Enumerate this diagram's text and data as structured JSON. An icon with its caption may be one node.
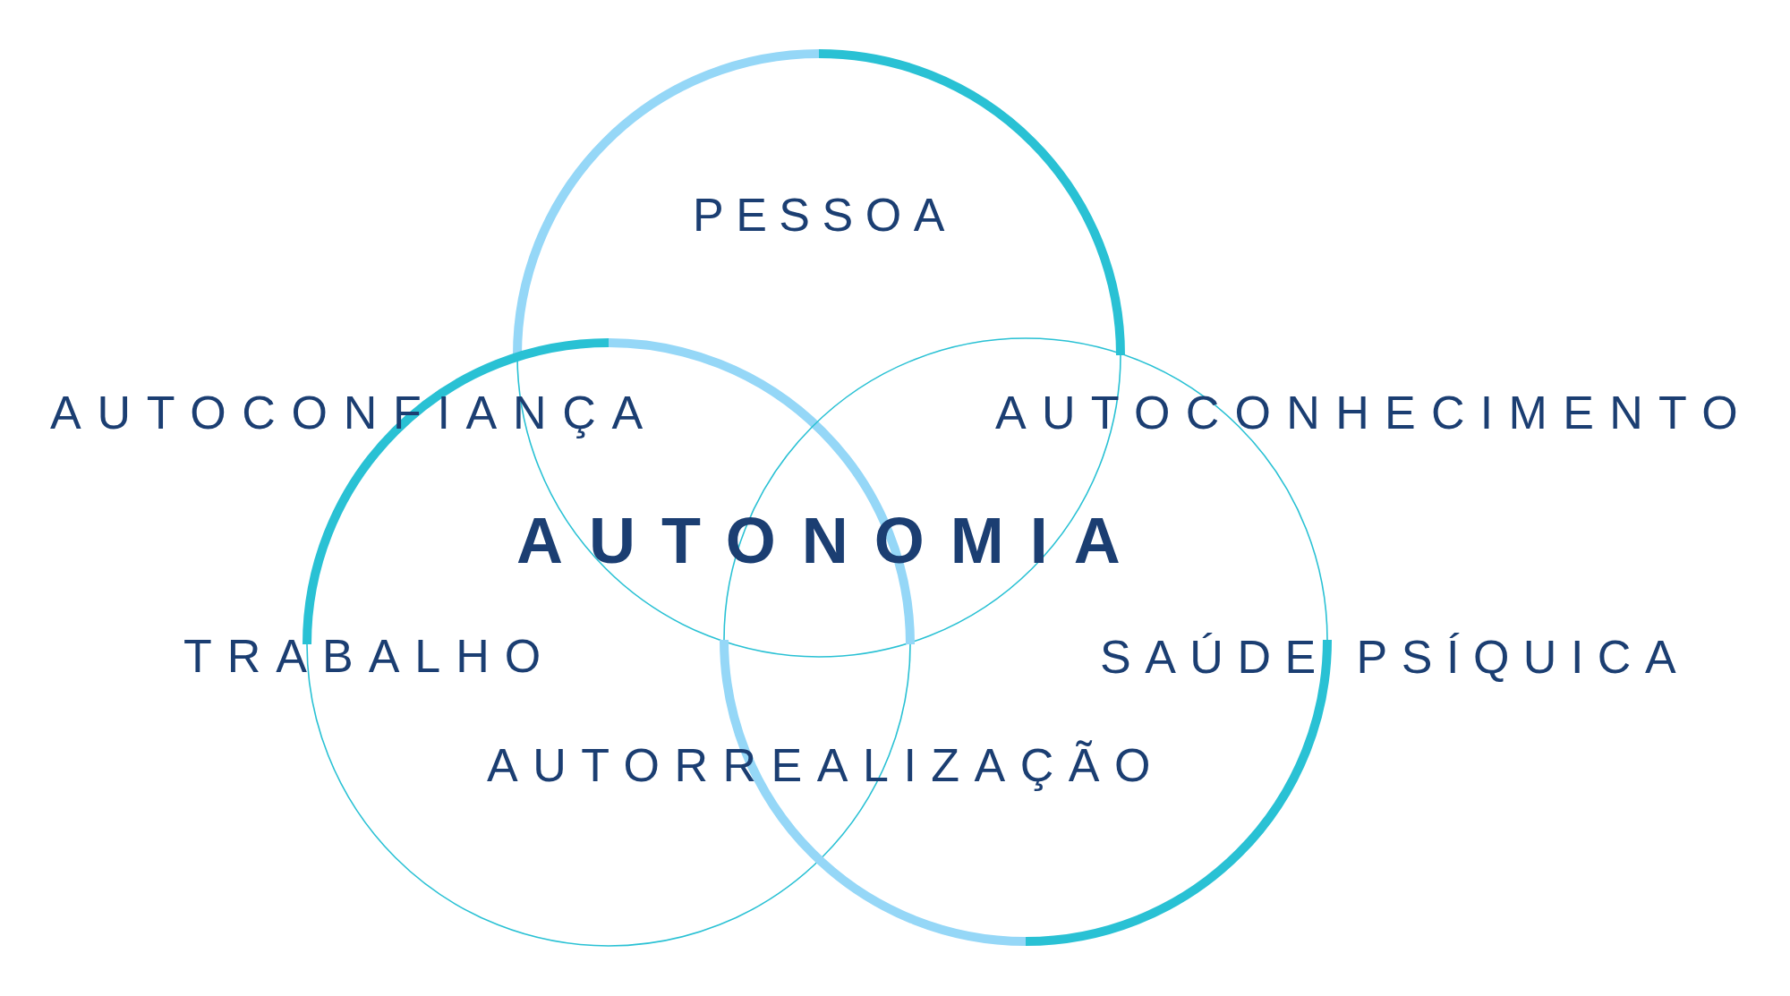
{
  "diagram": {
    "nodes": [
      {
        "text": [
          "PESSOA"
        ]
      },
      {
        "text": [
          "TRABALHO"
        ]
      },
      {
        "text": [
          "SAÚDE PSÍQUICA"
        ]
      }
    ],
    "labels": [
      "AUTOCONFIANÇA",
      "AUTOCONHECIMENTO",
      "AUTONOMIA",
      "AUTORREALIZAÇÃO"
    ]
  }
}
